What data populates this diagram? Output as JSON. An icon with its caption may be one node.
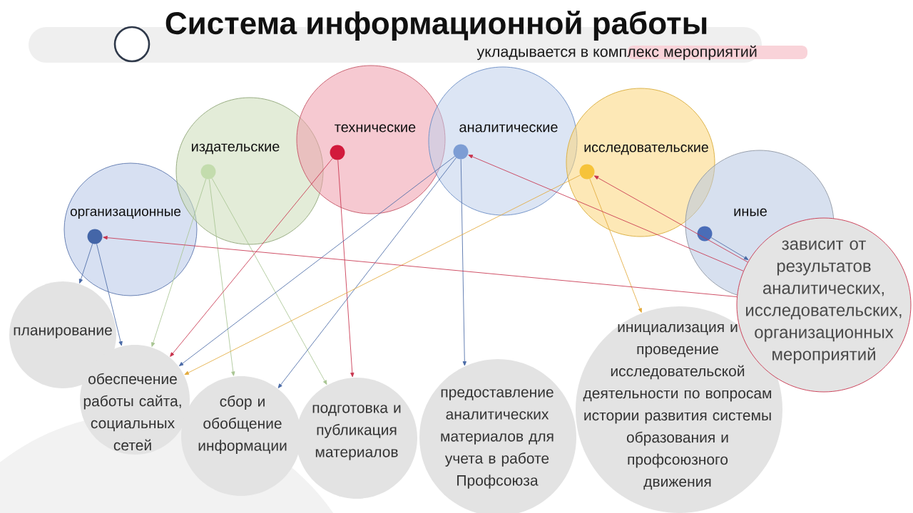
{
  "diagram": {
    "title": "Система информационной работы",
    "nodes": [
      {
        "text": [
          "организационные"
        ]
      },
      {
        "text": [],
        "shape": "circle",
        "in": 0
      },
      {
        "text": [
          "издательские"
        ]
      },
      {
        "text": [],
        "shape": "circle",
        "in": 2
      },
      {
        "text": [
          "технические"
        ]
      },
      {
        "text": [],
        "shape": "circle",
        "in": 4
      },
      {
        "text": [
          "аналитические"
        ]
      },
      {
        "text": [],
        "shape": "circle",
        "in": 6
      },
      {
        "text": [
          "исследовательские"
        ]
      },
      {
        "text": [],
        "shape": "circle",
        "in": 8
      },
      {
        "text": [
          "иные"
        ]
      },
      {
        "text": [],
        "shape": "circle",
        "in": 10
      },
      {
        "text": [
          "планирование"
        ]
      },
      {
        "text": [
          "обеспечение работы сайта, социальных сетей"
        ]
      },
      {
        "text": [
          "сбор и обобщение информации"
        ]
      },
      {
        "text": [
          "подготовка и публикация материалов"
        ]
      },
      {
        "text": [
          "предоставление аналитических материалов для учета в работе Профсоюза"
        ]
      },
      {
        "text": [
          "инициализация и проведение исследовательской деятельности по вопросам истории развития системы образования и профсоюзного движения"
        ]
      },
      {
        "text": [
          "зависит от результатов аналитических, исследовательских, организационных мероприятий"
        ]
      }
    ],
    "edges": [
      {
        "from": 1,
        "to": 12,
        "arrow": "to"
      },
      {
        "from": 1,
        "to": 13,
        "arrow": "to"
      },
      {
        "from": 3,
        "to": 13,
        "arrow": "to",
        "color": "#a9c593"
      },
      {
        "from": 3,
        "to": 14,
        "arrow": "to",
        "color": "#a9c593"
      },
      {
        "from": 3,
        "to": 15,
        "arrow": "to",
        "color": "#a9c593"
      },
      {
        "from": 5,
        "to": 13,
        "arrow": "to",
        "color": "#c8334d"
      },
      {
        "from": 5,
        "to": 15,
        "arrow": "to",
        "color": "#c8334d"
      },
      {
        "from": 7,
        "to": 13,
        "arrow": "to"
      },
      {
        "from": 7,
        "to": 14,
        "arrow": "to"
      },
      {
        "from": 7,
        "to": 16,
        "arrow": "to"
      },
      {
        "from": 9,
        "to": 13,
        "arrow": "to",
        "color": "#e3aa3c"
      },
      {
        "from": 9,
        "to": 17,
        "arrow": "to",
        "color": "#e3aa3c"
      },
      {
        "from": 11,
        "to": 18,
        "arrow": "to"
      },
      {
        "from": 18,
        "to": 1,
        "arrow": "to",
        "color": "#c8334d"
      },
      {
        "from": 18,
        "to": 7,
        "arrow": "to",
        "color": "#c8334d"
      },
      {
        "from": 18,
        "to": 9,
        "arrow": "to",
        "color": "#c8334d"
      }
    ],
    "labels": [
      "укладывается в комплекс мероприятий"
    ]
  }
}
